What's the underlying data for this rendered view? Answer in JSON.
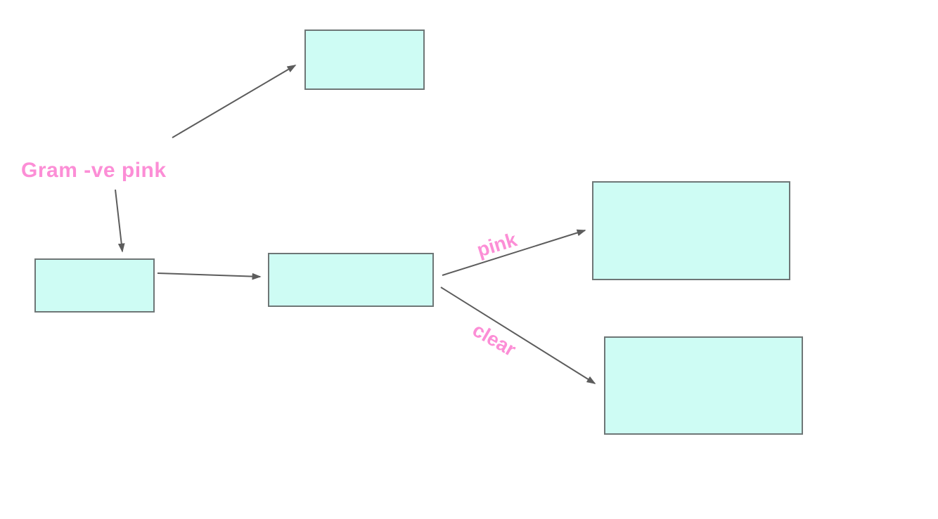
{
  "canvas": {
    "background": "#ffffff"
  },
  "colors": {
    "box_fill": "#cefcf4",
    "box_border": "#6e7676",
    "arrow": "#5c5c5c",
    "label_pink": "#fc8ed6"
  },
  "labels": {
    "gram_negative": "Gram -ve pink",
    "pink_branch": "pink",
    "clear_branch": "clear"
  },
  "diagram": {
    "nodes": [
      {
        "id": "box-top",
        "text": ""
      },
      {
        "id": "box-left",
        "text": ""
      },
      {
        "id": "box-middle",
        "text": ""
      },
      {
        "id": "box-right-top",
        "text": ""
      },
      {
        "id": "box-right-bottom",
        "text": ""
      }
    ],
    "edges": [
      {
        "from": "gram-negative-label",
        "to": "box-top",
        "label": ""
      },
      {
        "from": "gram-negative-label",
        "to": "box-left",
        "label": ""
      },
      {
        "from": "box-left",
        "to": "box-middle",
        "label": ""
      },
      {
        "from": "box-middle",
        "to": "box-right-top",
        "label": "pink"
      },
      {
        "from": "box-middle",
        "to": "box-right-bottom",
        "label": "clear"
      }
    ]
  }
}
